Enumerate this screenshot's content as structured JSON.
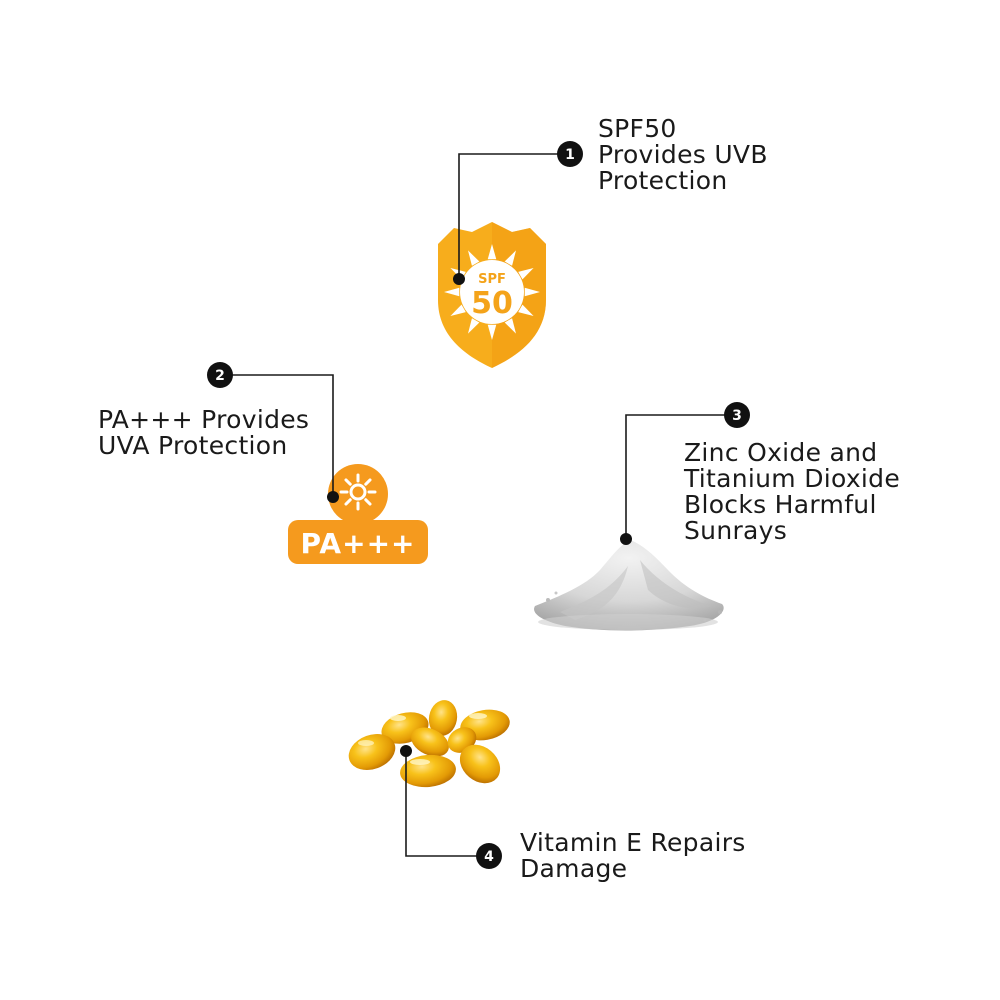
{
  "callouts": [
    {
      "number": "1",
      "lines": [
        "SPF50",
        "Provides UVB",
        "Protection"
      ]
    },
    {
      "number": "2",
      "lines": [
        "PA+++ Provides",
        "UVA Protection"
      ]
    },
    {
      "number": "3",
      "lines": [
        "Zinc Oxide and",
        "Titanium Dioxide",
        "Blocks Harmful",
        "Sunrays"
      ]
    },
    {
      "number": "4",
      "lines": [
        "Vitamin E Repairs",
        "Damage"
      ]
    }
  ],
  "spf_badge": {
    "top": "SPF",
    "value": "50"
  },
  "pa_badge": {
    "text": "PA+++"
  },
  "colors": {
    "spf_orange": "#f7ad1c",
    "spf_dark": "#f29a12",
    "pa_orange": "#f59a1e",
    "capsule": "#f2a60c",
    "leader_line": "#1a1a1a"
  },
  "icons": [
    "sun-shield-icon",
    "pa-sun-icon",
    "powder-pile-icon",
    "vitamin-e-capsules-icon"
  ]
}
